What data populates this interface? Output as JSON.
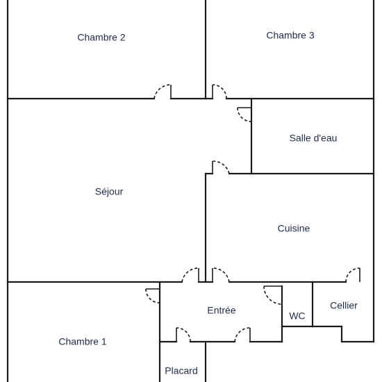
{
  "plan": {
    "rooms": [
      {
        "id": "chambre-2",
        "label": "Chambre 2"
      },
      {
        "id": "chambre-3",
        "label": "Chambre 3"
      },
      {
        "id": "salle-deau",
        "label": "Salle d'eau"
      },
      {
        "id": "sejour",
        "label": "Séjour"
      },
      {
        "id": "cuisine",
        "label": "Cuisine"
      },
      {
        "id": "entree",
        "label": "Entrée"
      },
      {
        "id": "wc",
        "label": "WC"
      },
      {
        "id": "cellier",
        "label": "Cellier"
      },
      {
        "id": "chambre-1",
        "label": "Chambre 1"
      },
      {
        "id": "placard",
        "label": "Placard"
      }
    ]
  }
}
